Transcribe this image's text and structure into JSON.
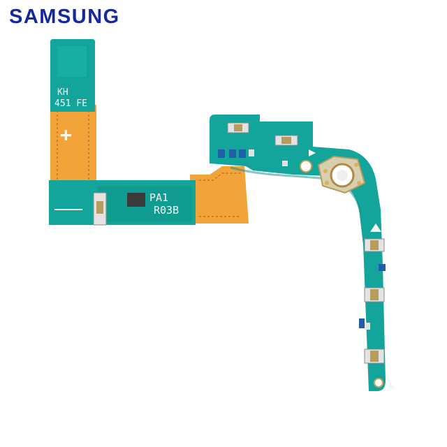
{
  "brand": {
    "logo_text": "SAMSUNG",
    "color": "#1428a0"
  },
  "pcb": {
    "silkscreen": {
      "line1": "KH",
      "line2": "451 FE",
      "plus": "+",
      "pa_label": "PA1",
      "revision": "R03B"
    },
    "colors": {
      "board": "#13a59c",
      "board_dark": "#0f8c82",
      "flex": "#f2a33a",
      "flex_dark": "#d9862a",
      "component": "#e3e3e3",
      "pad": "#c9a45c"
    }
  }
}
